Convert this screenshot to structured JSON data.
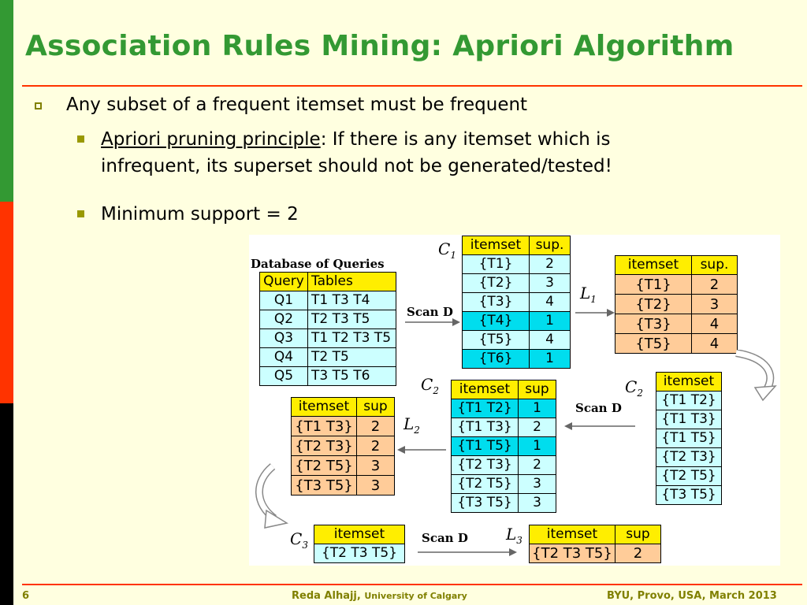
{
  "slide": {
    "title": "Association Rules Mining: Apriori Algorithm",
    "bullet1": "Any subset of a frequent itemset must be frequent",
    "bullet2_link": "Apriori pruning principle",
    "bullet2_line1_rest": ": If there is any itemset which is",
    "bullet2_line2": "infrequent, its superset should not be generated/tested!",
    "bullet3": "Minimum support = 2"
  },
  "figure": {
    "db_title": "Database of Queries",
    "db_headers": [
      "Query",
      "Tables"
    ],
    "db_rows": [
      [
        "Q1",
        "T1 T3 T4"
      ],
      [
        "Q2",
        "T2 T3 T5"
      ],
      [
        "Q3",
        "T1 T2 T3 T5"
      ],
      [
        "Q4",
        "T2 T5"
      ],
      [
        "Q5",
        "T3 T5 T6"
      ]
    ],
    "scan_label": "Scan D",
    "c1_label": "C",
    "c1_sub": "1",
    "c1_headers": [
      "itemset",
      "sup."
    ],
    "c1_rows": [
      [
        "{T1}",
        "2"
      ],
      [
        "{T2}",
        "3"
      ],
      [
        "{T3}",
        "4"
      ],
      [
        "{T4}",
        "1"
      ],
      [
        "{T5}",
        "4"
      ],
      [
        "{T6}",
        "1"
      ]
    ],
    "l1_label": "L",
    "l1_sub": "1",
    "l1_headers": [
      "itemset",
      "sup."
    ],
    "l1_rows": [
      [
        "{T1}",
        "2"
      ],
      [
        "{T2}",
        "3"
      ],
      [
        "{T3}",
        "4"
      ],
      [
        "{T5}",
        "4"
      ]
    ],
    "c2_label": "C",
    "c2_sub": "2",
    "c2cand_headers": [
      "itemset"
    ],
    "c2cand_rows": [
      "{T1 T2}",
      "{T1 T3}",
      "{T1 T5}",
      "{T2 T3}",
      "{T2 T5}",
      "{T3 T5}"
    ],
    "c2_headers": [
      "itemset",
      "sup"
    ],
    "c2_rows": [
      [
        "{T1 T2}",
        "1"
      ],
      [
        "{T1 T3}",
        "2"
      ],
      [
        "{T1 T5}",
        "1"
      ],
      [
        "{T2 T3}",
        "2"
      ],
      [
        "{T2 T5}",
        "3"
      ],
      [
        "{T3 T5}",
        "3"
      ]
    ],
    "l2_label": "L",
    "l2_sub": "2",
    "l2_headers": [
      "itemset",
      "sup"
    ],
    "l2_rows": [
      [
        "{T1 T3}",
        "2"
      ],
      [
        "{T2 T3}",
        "2"
      ],
      [
        "{T2 T5}",
        "3"
      ],
      [
        "{T3 T5}",
        "3"
      ]
    ],
    "c3_label": "C",
    "c3_sub": "3",
    "c3_headers": [
      "itemset"
    ],
    "c3_rows": [
      "{T2 T3 T5}"
    ],
    "l3_label": "L",
    "l3_sub": "3",
    "l3_headers": [
      "itemset",
      "sup"
    ],
    "l3_rows": [
      [
        "{T2 T3 T5}",
        "2"
      ]
    ]
  },
  "footer": {
    "page": "6",
    "author": "Reda Alhajj,",
    "affiliation": "University of Calgary",
    "event": "BYU, Provo, USA,  March 2013"
  },
  "colors": {
    "title_green": "#339933",
    "rule_red": "#ff3300",
    "header_yellow": "#ffee00",
    "cell_cyan": "#ccffff",
    "cell_orange": "#ffcc99"
  }
}
